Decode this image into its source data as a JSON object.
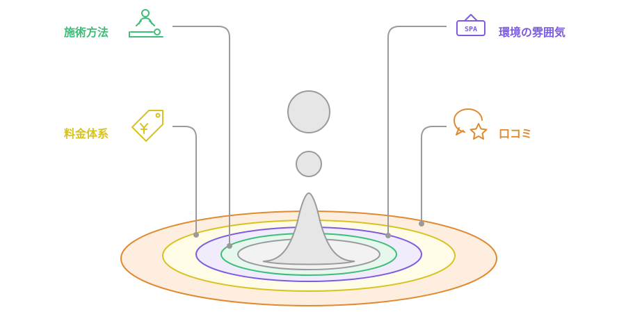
{
  "labels": {
    "technique": "施術方法",
    "pricing": "料金体系",
    "ambience": "環境の雰囲気",
    "reviews": "口コミ"
  },
  "icons": {
    "technique": "massage-icon",
    "pricing": "price-tag-yen-icon",
    "ambience": "spa-sign-icon",
    "reviews": "chat-bubble-star-icon"
  },
  "spa_sign_text": "SPA",
  "colors": {
    "technique": "#3dbd78",
    "pricing": "#d8c21c",
    "ambience": "#7d5ae0",
    "reviews": "#e0892e",
    "inner_ring": "#9a9a9a",
    "drop": "#e6e6e6",
    "connector": "#9a9a9a"
  }
}
